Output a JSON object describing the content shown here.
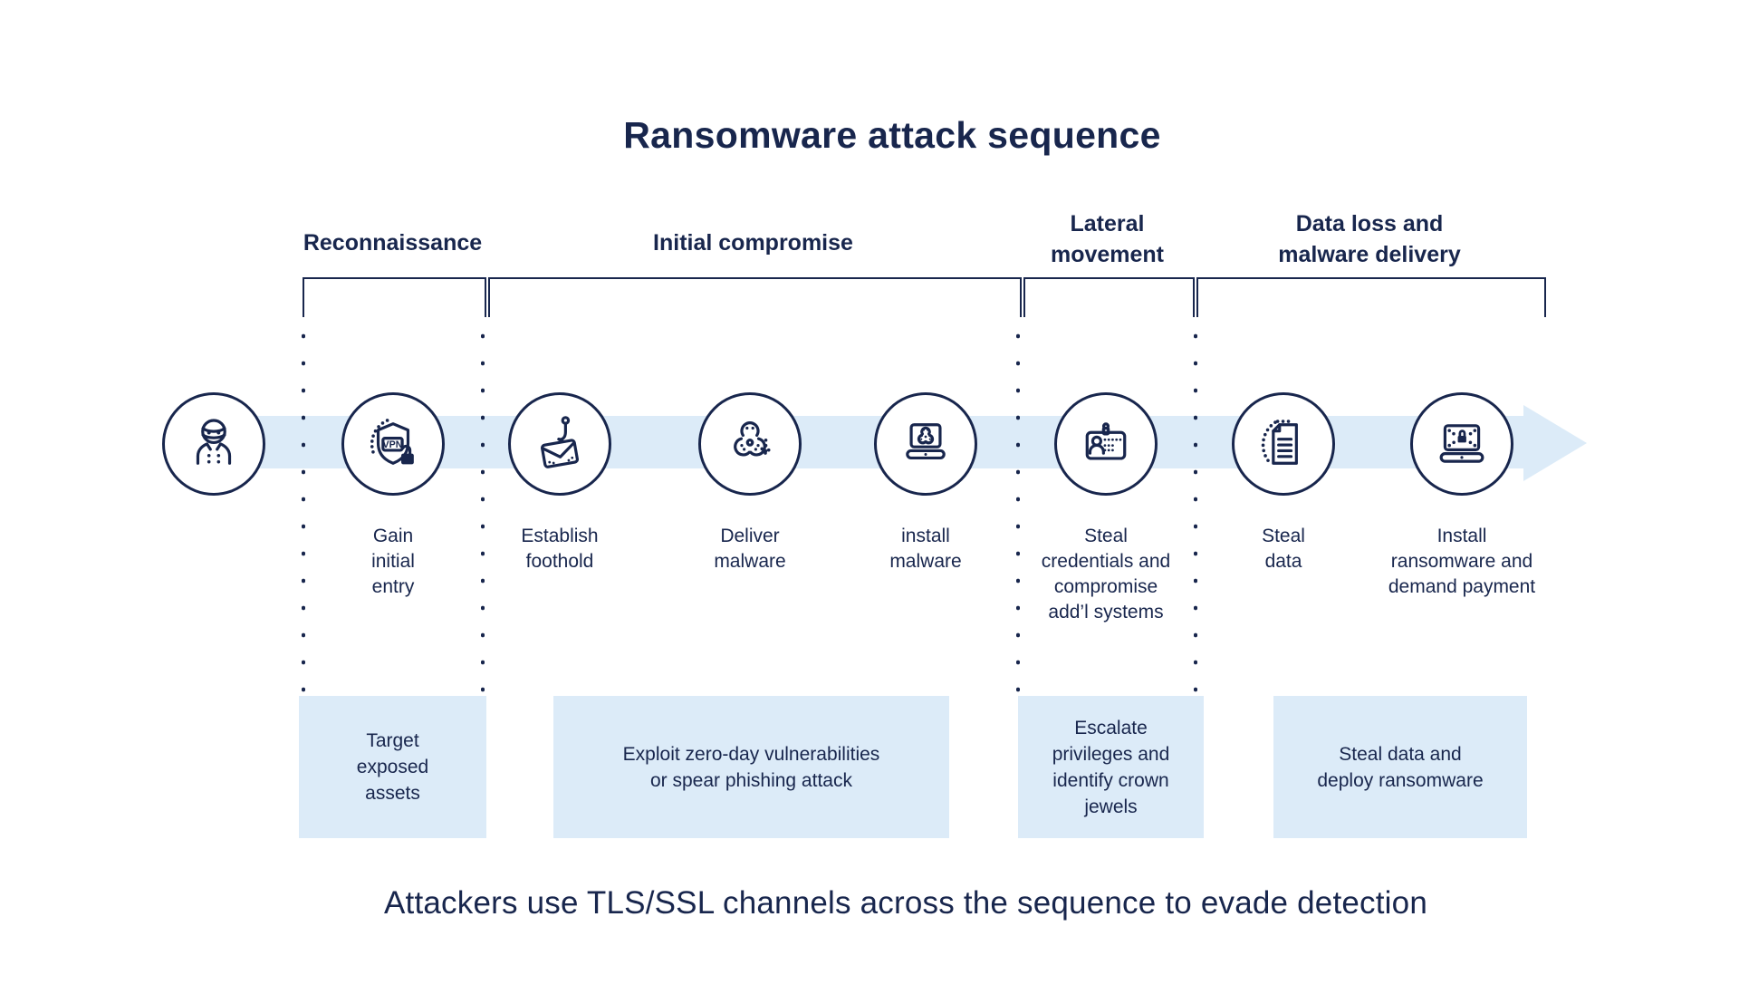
{
  "title": "Ransomware attack sequence",
  "footer": "Attackers use TLS/SSL channels across the sequence to evade detection",
  "colors": {
    "navy": "#18264d",
    "light_blue": "#dcebf8",
    "background": "#ffffff"
  },
  "phases": [
    {
      "label": "Reconnaissance"
    },
    {
      "label": "Initial compromise"
    },
    {
      "label": "Lateral\nmovement"
    },
    {
      "label": "Data loss and\nmalware delivery"
    }
  ],
  "steps": [
    {
      "icon": "hacker-icon",
      "label": ""
    },
    {
      "icon": "vpn-shield-icon",
      "icon_text": "VPN",
      "label": "Gain\ninitial\nentry"
    },
    {
      "icon": "phishing-email-icon",
      "label": "Establish\nfoothold"
    },
    {
      "icon": "biohazard-icon",
      "label": "Deliver\nmalware"
    },
    {
      "icon": "laptop-malware-icon",
      "label": "install\nmalware"
    },
    {
      "icon": "id-card-icon",
      "label": "Steal\ncredentials and\ncompromise\nadd’l systems"
    },
    {
      "icon": "document-icon",
      "label": "Steal\ndata"
    },
    {
      "icon": "laptop-ransomware-icon",
      "label": "Install\nransomware and\ndemand payment"
    }
  ],
  "boxes": [
    {
      "text": "Target\nexposed\nassets"
    },
    {
      "text": "Exploit zero-day vulnerabilities\nor spear phishing attack"
    },
    {
      "text": "Escalate\nprivileges and\nidentify crown\njewels"
    },
    {
      "text": "Steal data and\ndeploy ransomware"
    }
  ]
}
